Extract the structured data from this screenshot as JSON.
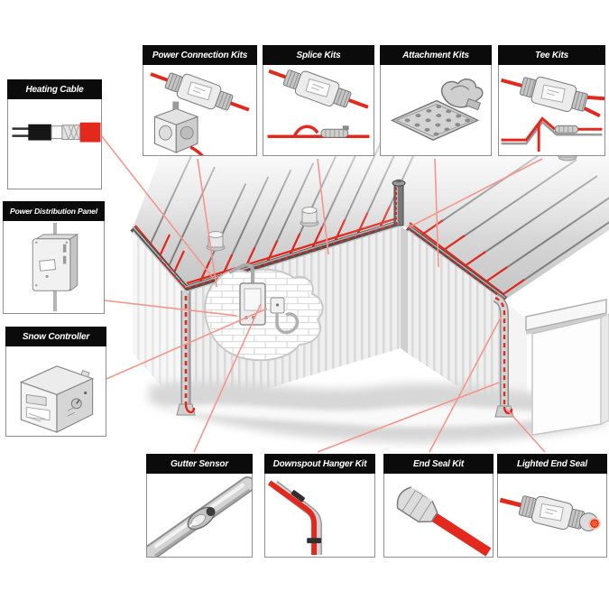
{
  "callouts": {
    "heating_cable": {
      "label": "Heating Cable"
    },
    "power_connection_kits": {
      "label": "Power Connection Kits"
    },
    "splice_kits": {
      "label": "Splice Kits"
    },
    "attachment_kits": {
      "label": "Attachment Kits"
    },
    "tee_kits": {
      "label": "Tee Kits"
    },
    "power_distribution_panel": {
      "label": "Power Distribution Panel"
    },
    "snow_controller": {
      "label": "Snow Controller"
    },
    "gutter_sensor": {
      "label": "Gutter Sensor"
    },
    "downspout_hanger_kit": {
      "label": "Downspout Hanger Kit"
    },
    "end_seal_kit": {
      "label": "End Seal Kit"
    },
    "lighted_end_seal": {
      "label": "Lighted End Seal"
    }
  },
  "colors": {
    "heating_cable_red": "#e3281e",
    "leader_line_salmon": "#f5968c",
    "callout_header_bg": "#0b0b0b",
    "callout_header_text": "#ffffff",
    "callout_border": "#8f8f8f",
    "roof_seam_gray": "#7f7f7f",
    "fascia_gray": "#4f4f4f"
  }
}
